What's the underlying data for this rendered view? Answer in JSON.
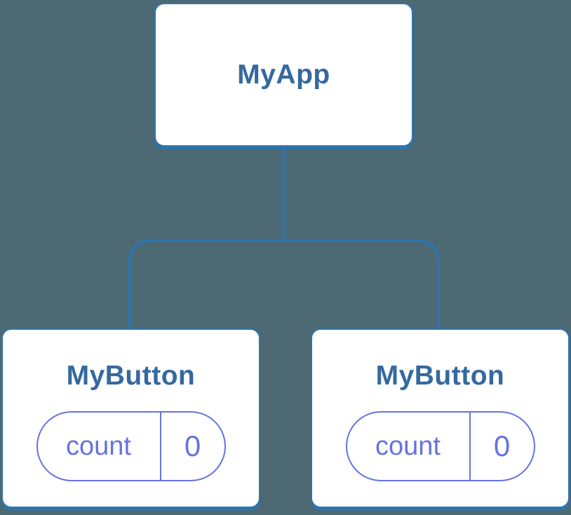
{
  "diagram": {
    "type": "component-tree",
    "root": {
      "label": "MyApp"
    },
    "children": [
      {
        "label": "MyButton",
        "state": {
          "key": "count",
          "value": "0"
        }
      },
      {
        "label": "MyButton",
        "state": {
          "key": "count",
          "value": "0"
        }
      }
    ]
  },
  "colors": {
    "background": "#4C6974",
    "connector_blue": "#2E74AF",
    "label_blue": "#35699F",
    "state_violet": "#6673DF",
    "node_background": "#FFFFFF"
  }
}
